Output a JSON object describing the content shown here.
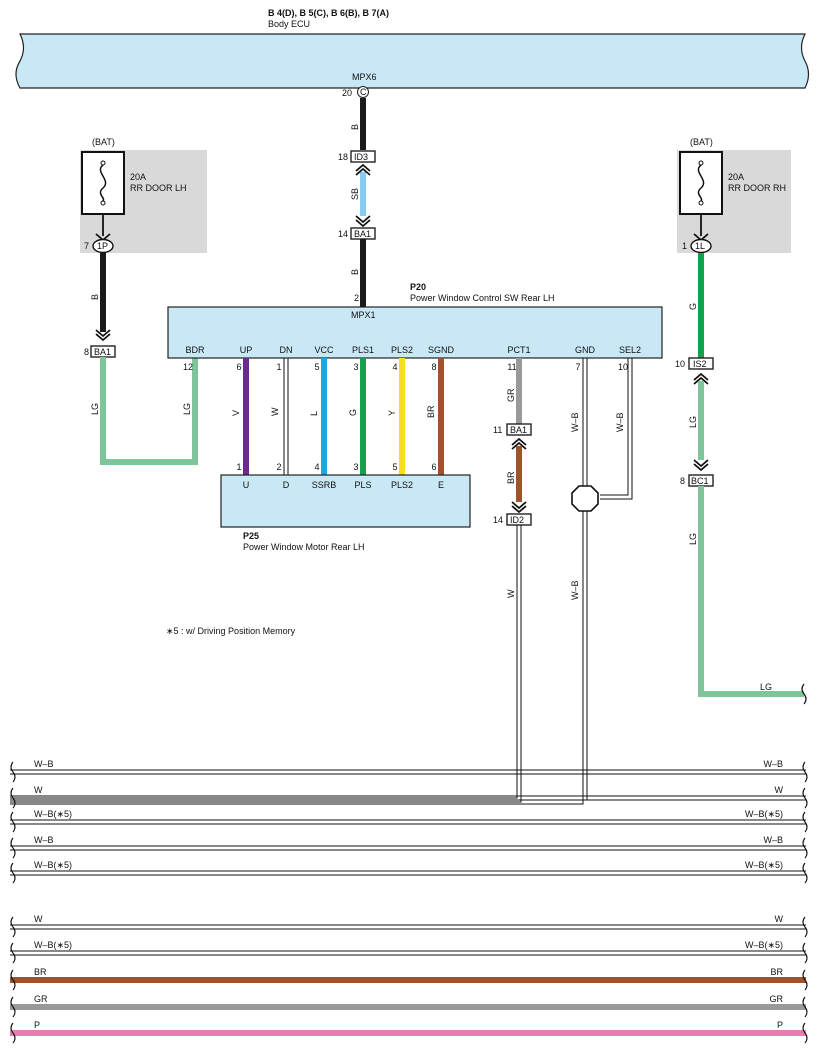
{
  "ecu": {
    "ref": "B 4(D), B 5(C), B 6(B), B 7(A)",
    "name": "Body ECU",
    "pin_name": "MPX6",
    "pin_num": "20",
    "pin_letter": "C"
  },
  "fuse_lh": {
    "bat": "(BAT)",
    "amp": "20A",
    "name": "RR DOOR LH",
    "conn_pin": "7",
    "conn": "1P"
  },
  "fuse_rh": {
    "bat": "(BAT)",
    "amp": "20A",
    "name": "RR DOOR RH",
    "conn_pin": "1",
    "conn": "1L"
  },
  "switch": {
    "ref": "P20",
    "name": "Power Window Control SW Rear LH",
    "mpx": "MPX1",
    "mpx_pin": "2"
  },
  "motor": {
    "ref": "P25",
    "name": "Power Window Motor Rear LH"
  },
  "note": "∗5 : w/ Driving Position Memory",
  "connectors": {
    "id3": {
      "pin": "18",
      "name": "ID3"
    },
    "ba1_top": {
      "pin": "14",
      "name": "BA1"
    },
    "ba1_left": {
      "pin": "8",
      "name": "BA1"
    },
    "ba1_mid": {
      "pin": "11",
      "name": "BA1"
    },
    "id2": {
      "pin": "14",
      "name": "ID2"
    },
    "is2": {
      "pin": "10",
      "name": "IS2"
    },
    "bc1": {
      "pin": "8",
      "name": "BC1"
    }
  },
  "switch_pins": [
    {
      "label": "BDR",
      "num": "12"
    },
    {
      "label": "UP",
      "num": "6"
    },
    {
      "label": "DN",
      "num": "1"
    },
    {
      "label": "VCC",
      "num": "5"
    },
    {
      "label": "PLS1",
      "num": "3"
    },
    {
      "label": "PLS2",
      "num": "4"
    },
    {
      "label": "SGND",
      "num": "8"
    },
    {
      "label": "PCT1",
      "num": "11"
    },
    {
      "label": "GND",
      "num": "7"
    },
    {
      "label": "SEL2",
      "num": "10"
    }
  ],
  "motor_pins": [
    {
      "label": "U",
      "num": "1"
    },
    {
      "label": "D",
      "num": "2"
    },
    {
      "label": "SSRB",
      "num": "4"
    },
    {
      "label": "PLS",
      "num": "3"
    },
    {
      "label": "PLS2",
      "num": "5"
    },
    {
      "label": "E",
      "num": "6"
    }
  ],
  "wires": {
    "ecu_b": "B",
    "sb": "SB",
    "ba1_b": "B",
    "lh_b": "B",
    "lh_lg": "LG",
    "bdr_lg": "LG",
    "v": "V",
    "w": "W",
    "l": "L",
    "g": "G",
    "y": "Y",
    "br": "BR",
    "gr": "GR",
    "br2": "BR",
    "w_id2": "W",
    "wb_gnd": "W–B",
    "wb_sel2": "W–B",
    "wb_low": "W–B",
    "rh_g": "G",
    "rh_lg1": "LG",
    "rh_lg2": "LG",
    "rh_lg_end": "LG"
  },
  "harness": [
    {
      "left": "W–B",
      "right": "W–B",
      "color": "#ffffff"
    },
    {
      "left": "W",
      "right": "W",
      "color": "#ffffff"
    },
    {
      "left": "W–B(∗5)",
      "right": "W–B(∗5)",
      "color": "#ffffff"
    },
    {
      "left": "W–B",
      "right": "W–B",
      "color": "#ffffff"
    },
    {
      "left": "W–B(∗5)",
      "right": "W–B(∗5)",
      "color": "#ffffff"
    },
    {
      "left": "W",
      "right": "W",
      "color": "#ffffff"
    },
    {
      "left": "W–B(∗5)",
      "right": "W–B(∗5)",
      "color": "#ffffff"
    },
    {
      "left": "BR",
      "right": "BR",
      "color": "#a0522d"
    },
    {
      "left": "GR",
      "right": "GR",
      "color": "#999999"
    },
    {
      "left": "P",
      "right": "P",
      "color": "#e87bb0"
    }
  ],
  "colors": {
    "box": "#c9e8f5",
    "fuse_bg": "#d9d9d9",
    "black": "#1a1a1a",
    "sky": "#88ccef",
    "lightgreen": "#7ec69a",
    "green": "#14a14b",
    "violet": "#6a2a8e",
    "blue": "#1aa8e0",
    "yellow": "#f7df1e",
    "brown": "#a0522d",
    "gray": "#999999",
    "pink": "#e87bb0"
  }
}
